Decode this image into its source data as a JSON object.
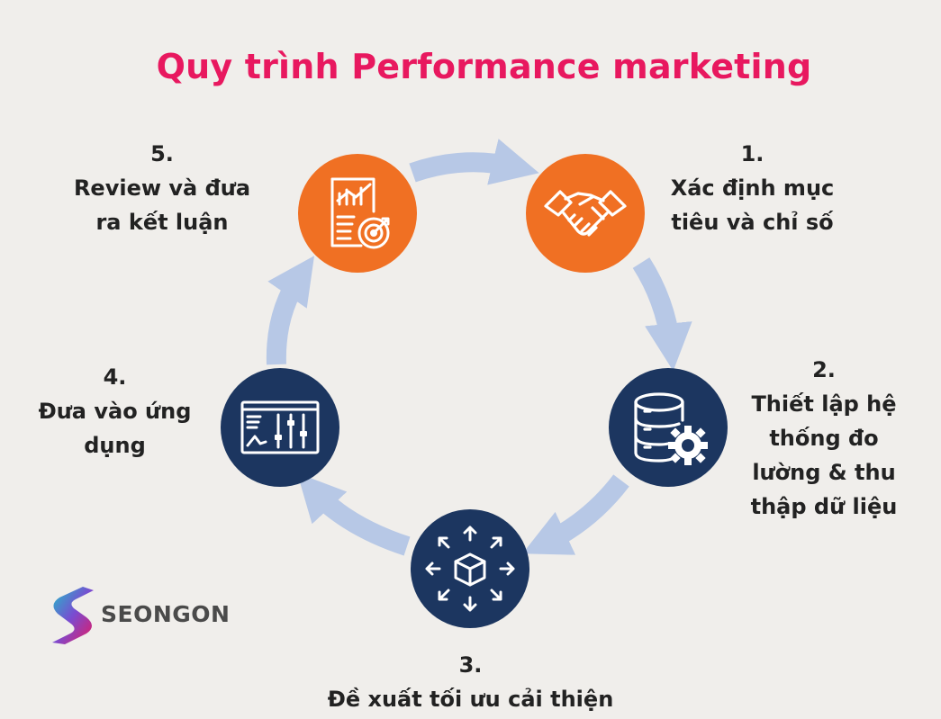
{
  "title": "Quy trình Performance marketing",
  "colors": {
    "title": "#e8185f",
    "orange_node": "#f07023",
    "navy_node": "#1c3660",
    "arrow": "#b7c8e6",
    "background": "#f0eeeb"
  },
  "steps": [
    {
      "number": "1.",
      "text": "Xác định mục\ntiêu và chỉ số",
      "icon": "handshake-icon"
    },
    {
      "number": "2.",
      "text": "Thiết lập hệ\nthống đo\nlường & thu\nthập dữ liệu",
      "icon": "database-gear-icon"
    },
    {
      "number": "3.",
      "text": "Đề xuất tối ưu cải thiện",
      "icon": "box-expand-icon"
    },
    {
      "number": "4.",
      "text": "Đưa vào ứng\ndụng",
      "icon": "dashboard-sliders-icon"
    },
    {
      "number": "5.",
      "text": "Review và đưa\nra kết luận",
      "icon": "report-target-icon"
    }
  ],
  "logo": {
    "text": "SEONGON"
  }
}
